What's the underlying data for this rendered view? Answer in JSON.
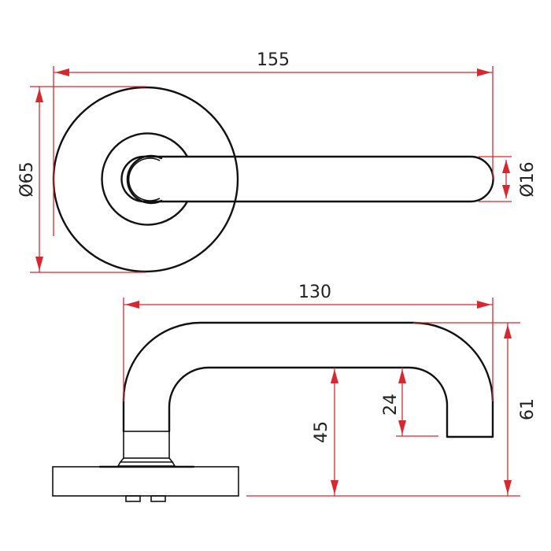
{
  "drawing": {
    "title": "Door lever handle on round rose – dimensioned technical drawing",
    "units": "mm",
    "colors": {
      "object_lines": "#111111",
      "dimension_lines": "#d8282f",
      "dimension_text": "#222222",
      "background": "#ffffff"
    },
    "top_view": {
      "overall_length": {
        "label": "155"
      },
      "rose_diameter": {
        "label": "Ø65"
      },
      "lever_diameter": {
        "label": "Ø16"
      }
    },
    "side_view": {
      "projection_length": {
        "label": "130"
      },
      "overall_height": {
        "label": "61"
      },
      "grip_clearance": {
        "label": "45"
      },
      "return_drop": {
        "label": "24"
      }
    }
  }
}
